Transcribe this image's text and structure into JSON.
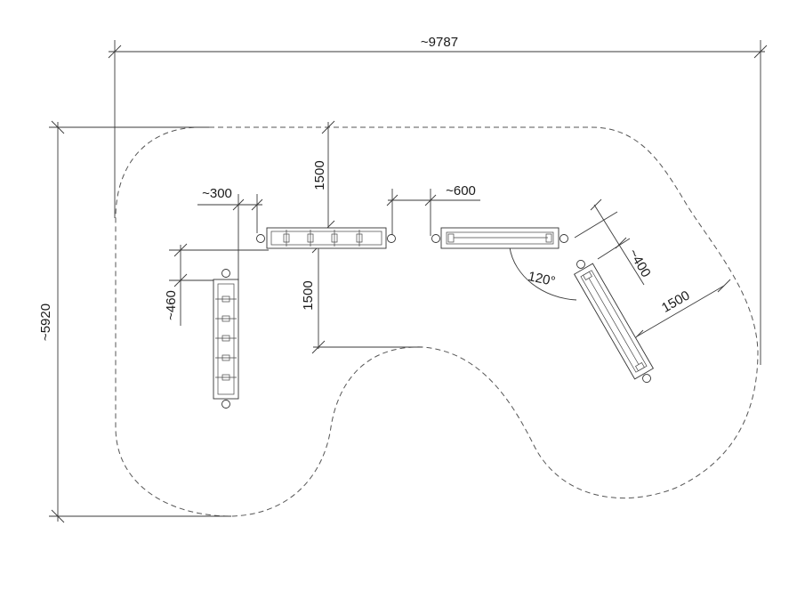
{
  "dimensions": {
    "overall_width": "~9787",
    "overall_height": "~5920",
    "gap_left": "~300",
    "gap_right": "~600",
    "top_clearance": "1500",
    "bottom_clearance": "1500",
    "offset_left": "~460",
    "offset_right": "~400",
    "clearance_diagonal": "1500",
    "angle": "120°"
  },
  "colors": {
    "line": "#3a3a3a",
    "background": "#ffffff"
  }
}
